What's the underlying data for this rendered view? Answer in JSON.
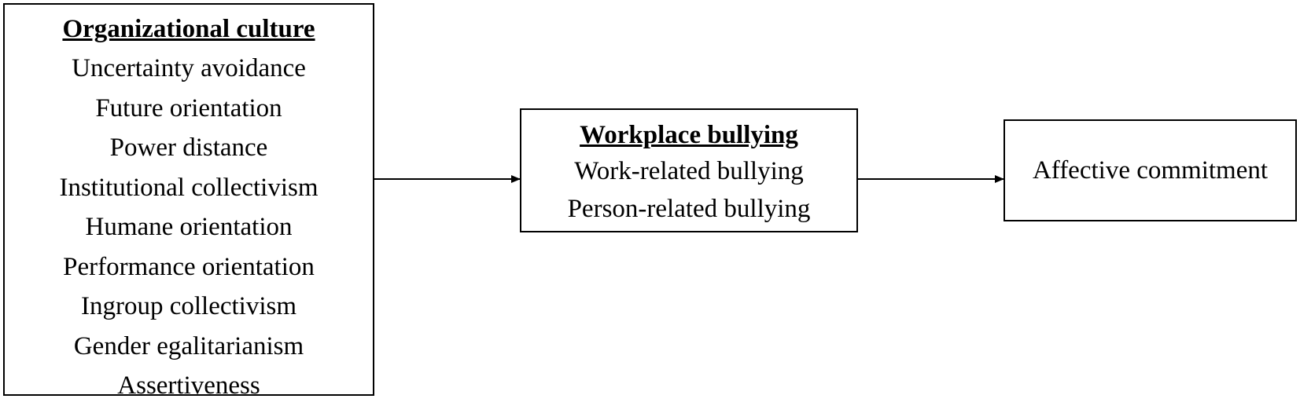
{
  "diagram": {
    "culture": {
      "title": "Organizational culture",
      "items": [
        "Uncertainty avoidance",
        "Future orientation",
        "Power distance",
        "Institutional collectivism",
        "Humane orientation",
        "Performance orientation",
        "Ingroup collectivism",
        "Gender egalitarianism",
        "Assertiveness"
      ]
    },
    "bullying": {
      "title": "Workplace bullying",
      "items": [
        "Work-related bullying",
        "Person-related bullying"
      ]
    },
    "commitment": {
      "label": "Affective commitment"
    },
    "colors": {
      "line": "#000000",
      "background": "#ffffff"
    }
  }
}
